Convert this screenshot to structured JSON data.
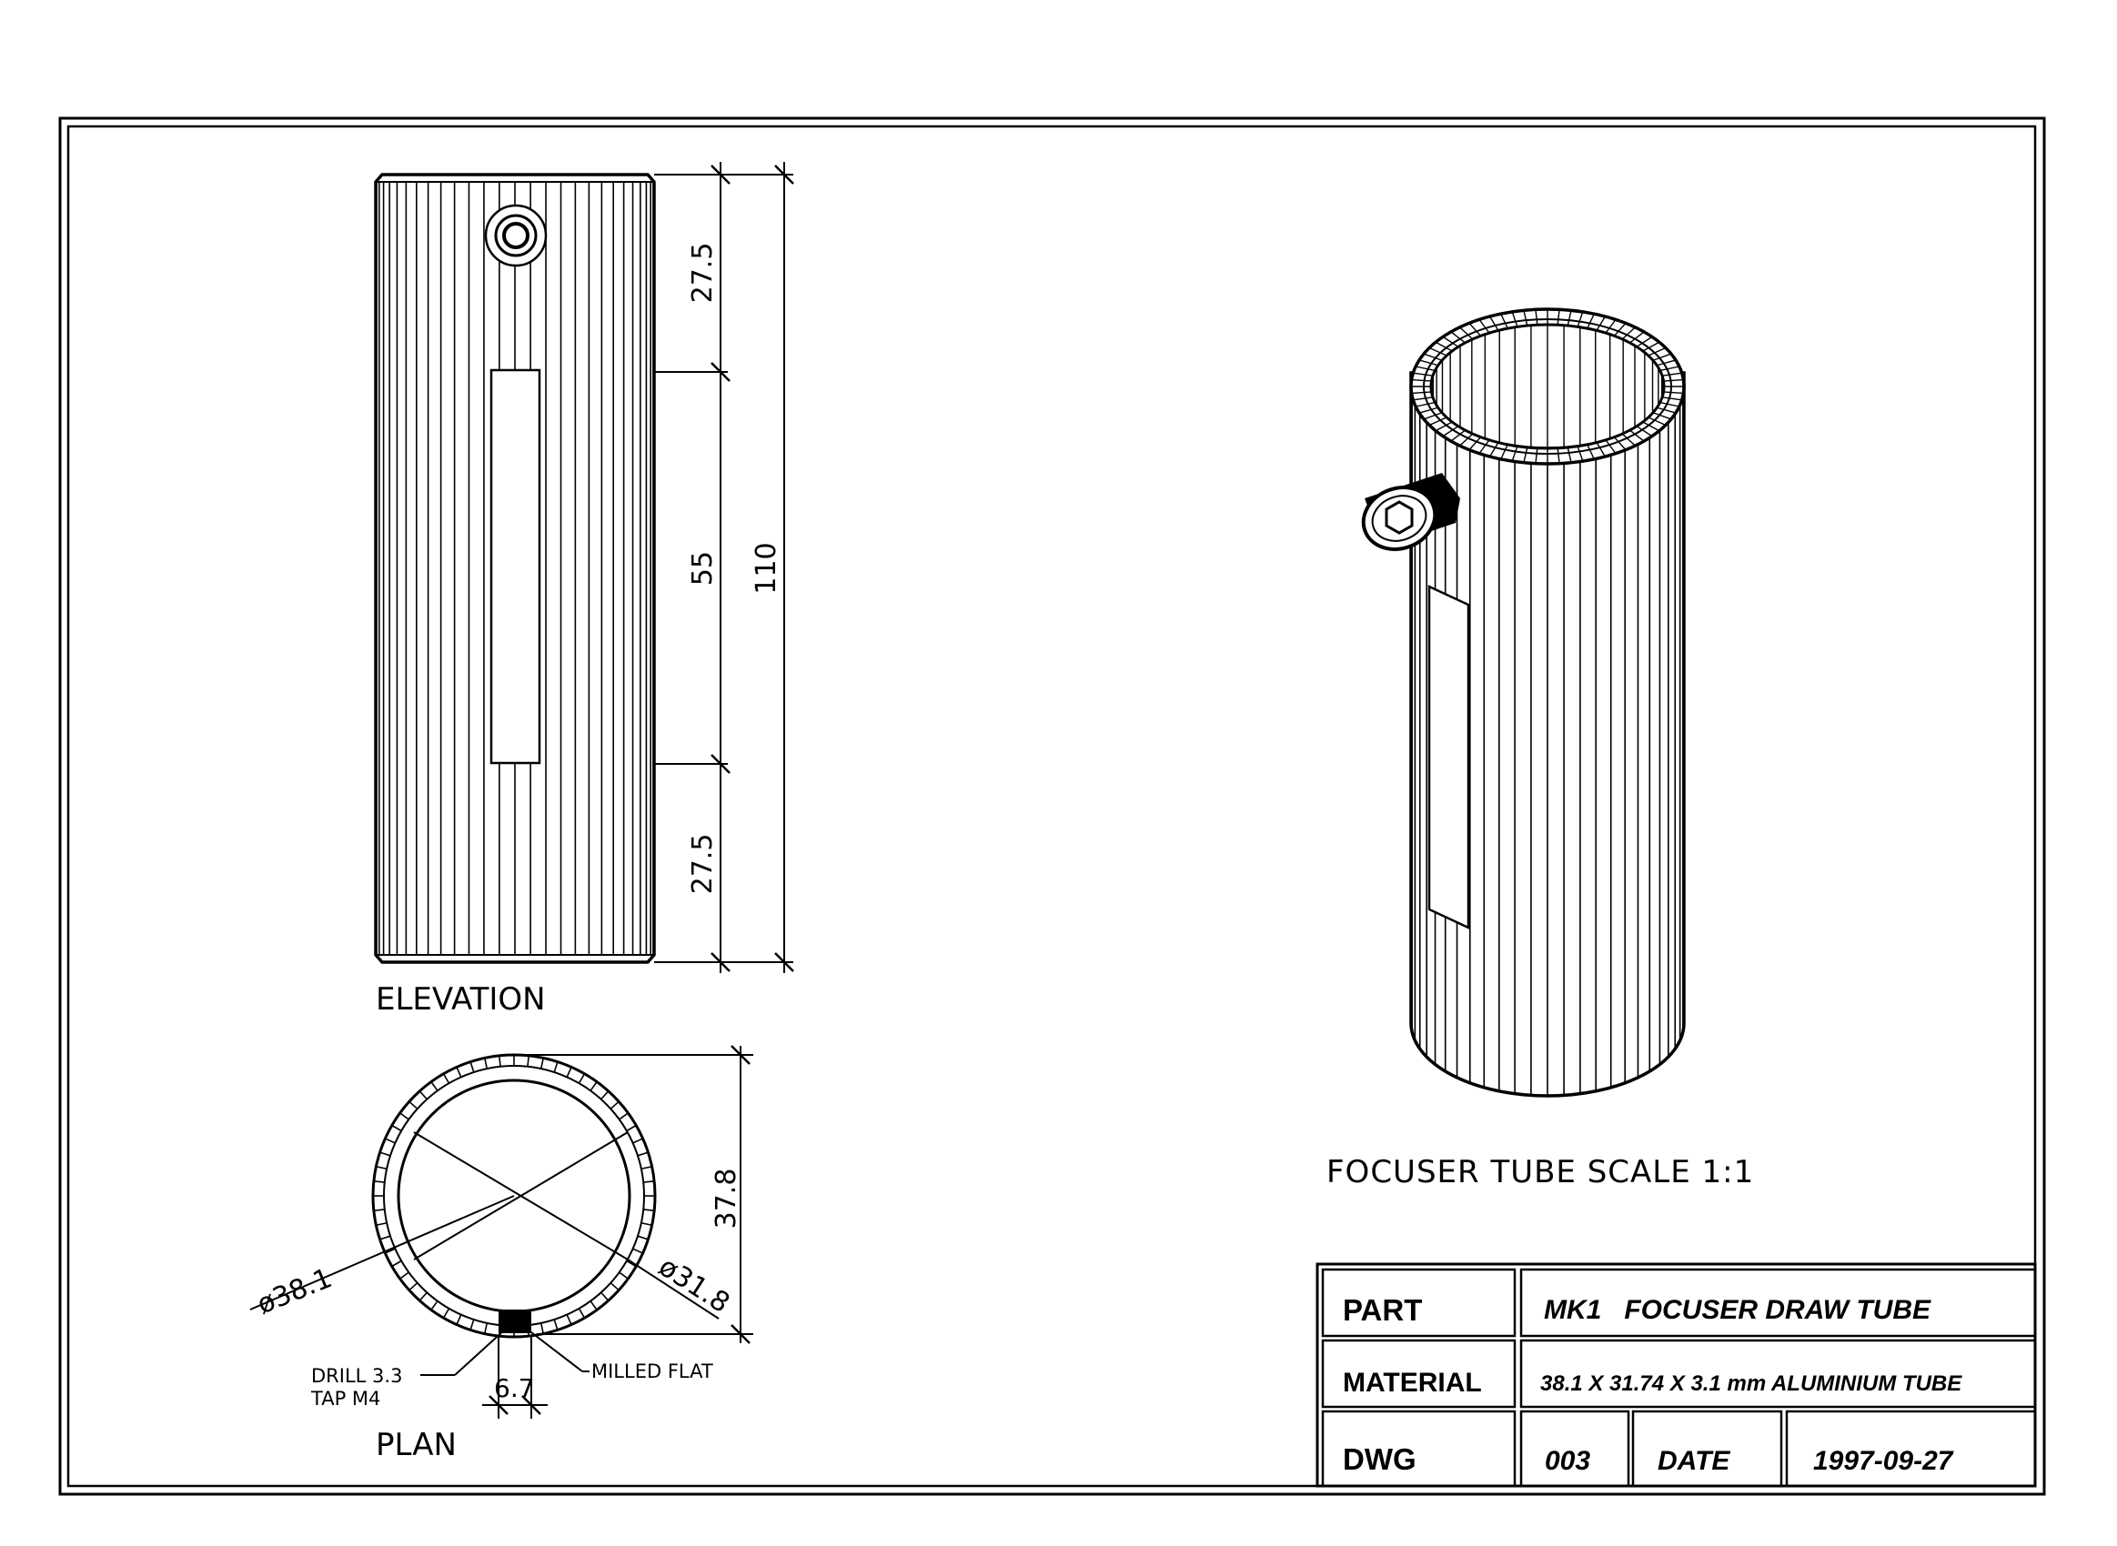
{
  "drawing": {
    "title_line": "FOCUSER TUBE SCALE 1:1",
    "views": {
      "elevation": "ELEVATION",
      "plan": "PLAN"
    },
    "elevation_dims": {
      "top": "27.5",
      "middle": "55",
      "bottom": "27.5",
      "overall": "110"
    },
    "plan_dims": {
      "height": "37.8",
      "outer_dia": "ø38.1",
      "inner_dia": "ø31.8",
      "flat_width": "6.7"
    },
    "plan_notes": {
      "drill": "DRILL 3.3",
      "tap": "TAP M4",
      "milled": "MILLED FLAT"
    }
  },
  "title_block": {
    "part_label": "PART",
    "part_value": "MK1   FOCUSER DRAW TUBE",
    "material_label": "MATERIAL",
    "material_value": "38.1 X 31.74 X 3.1 mm ALUMINIUM TUBE",
    "dwg_label": "DWG",
    "dwg_value": "003",
    "date_label": "DATE",
    "date_value": "1997-09-27"
  }
}
